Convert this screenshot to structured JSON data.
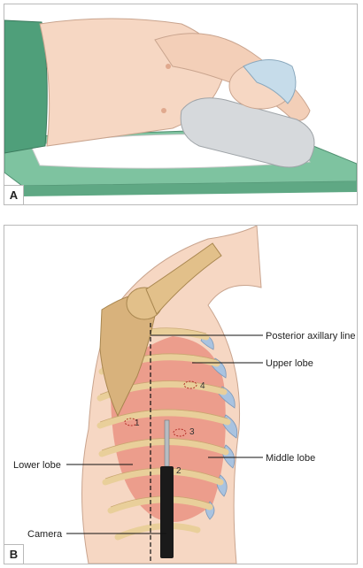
{
  "panel_a": {
    "letter": "A"
  },
  "panel_b": {
    "letter": "B",
    "labels": {
      "posterior_axillary_line": "Posterior axillary line",
      "upper_lobe": "Upper lobe",
      "middle_lobe": "Middle lobe",
      "lower_lobe": "Lower lobe",
      "camera": "Camera"
    },
    "port_numbers": [
      "1",
      "2",
      "3",
      "4"
    ]
  },
  "colors": {
    "skin": "#f6d7c3",
    "drape_green": "#4f9f7a",
    "table_green": "#7ec3a0",
    "pillow": "#d6d9dc",
    "cap_blue": "#c6dcea",
    "lung_red": "#e8897a",
    "rib_tan": "#e9cf9a",
    "cartilage_blue": "#a9c3e0",
    "scapula": "#d8b27c",
    "camera_black": "#1a1a1a"
  }
}
